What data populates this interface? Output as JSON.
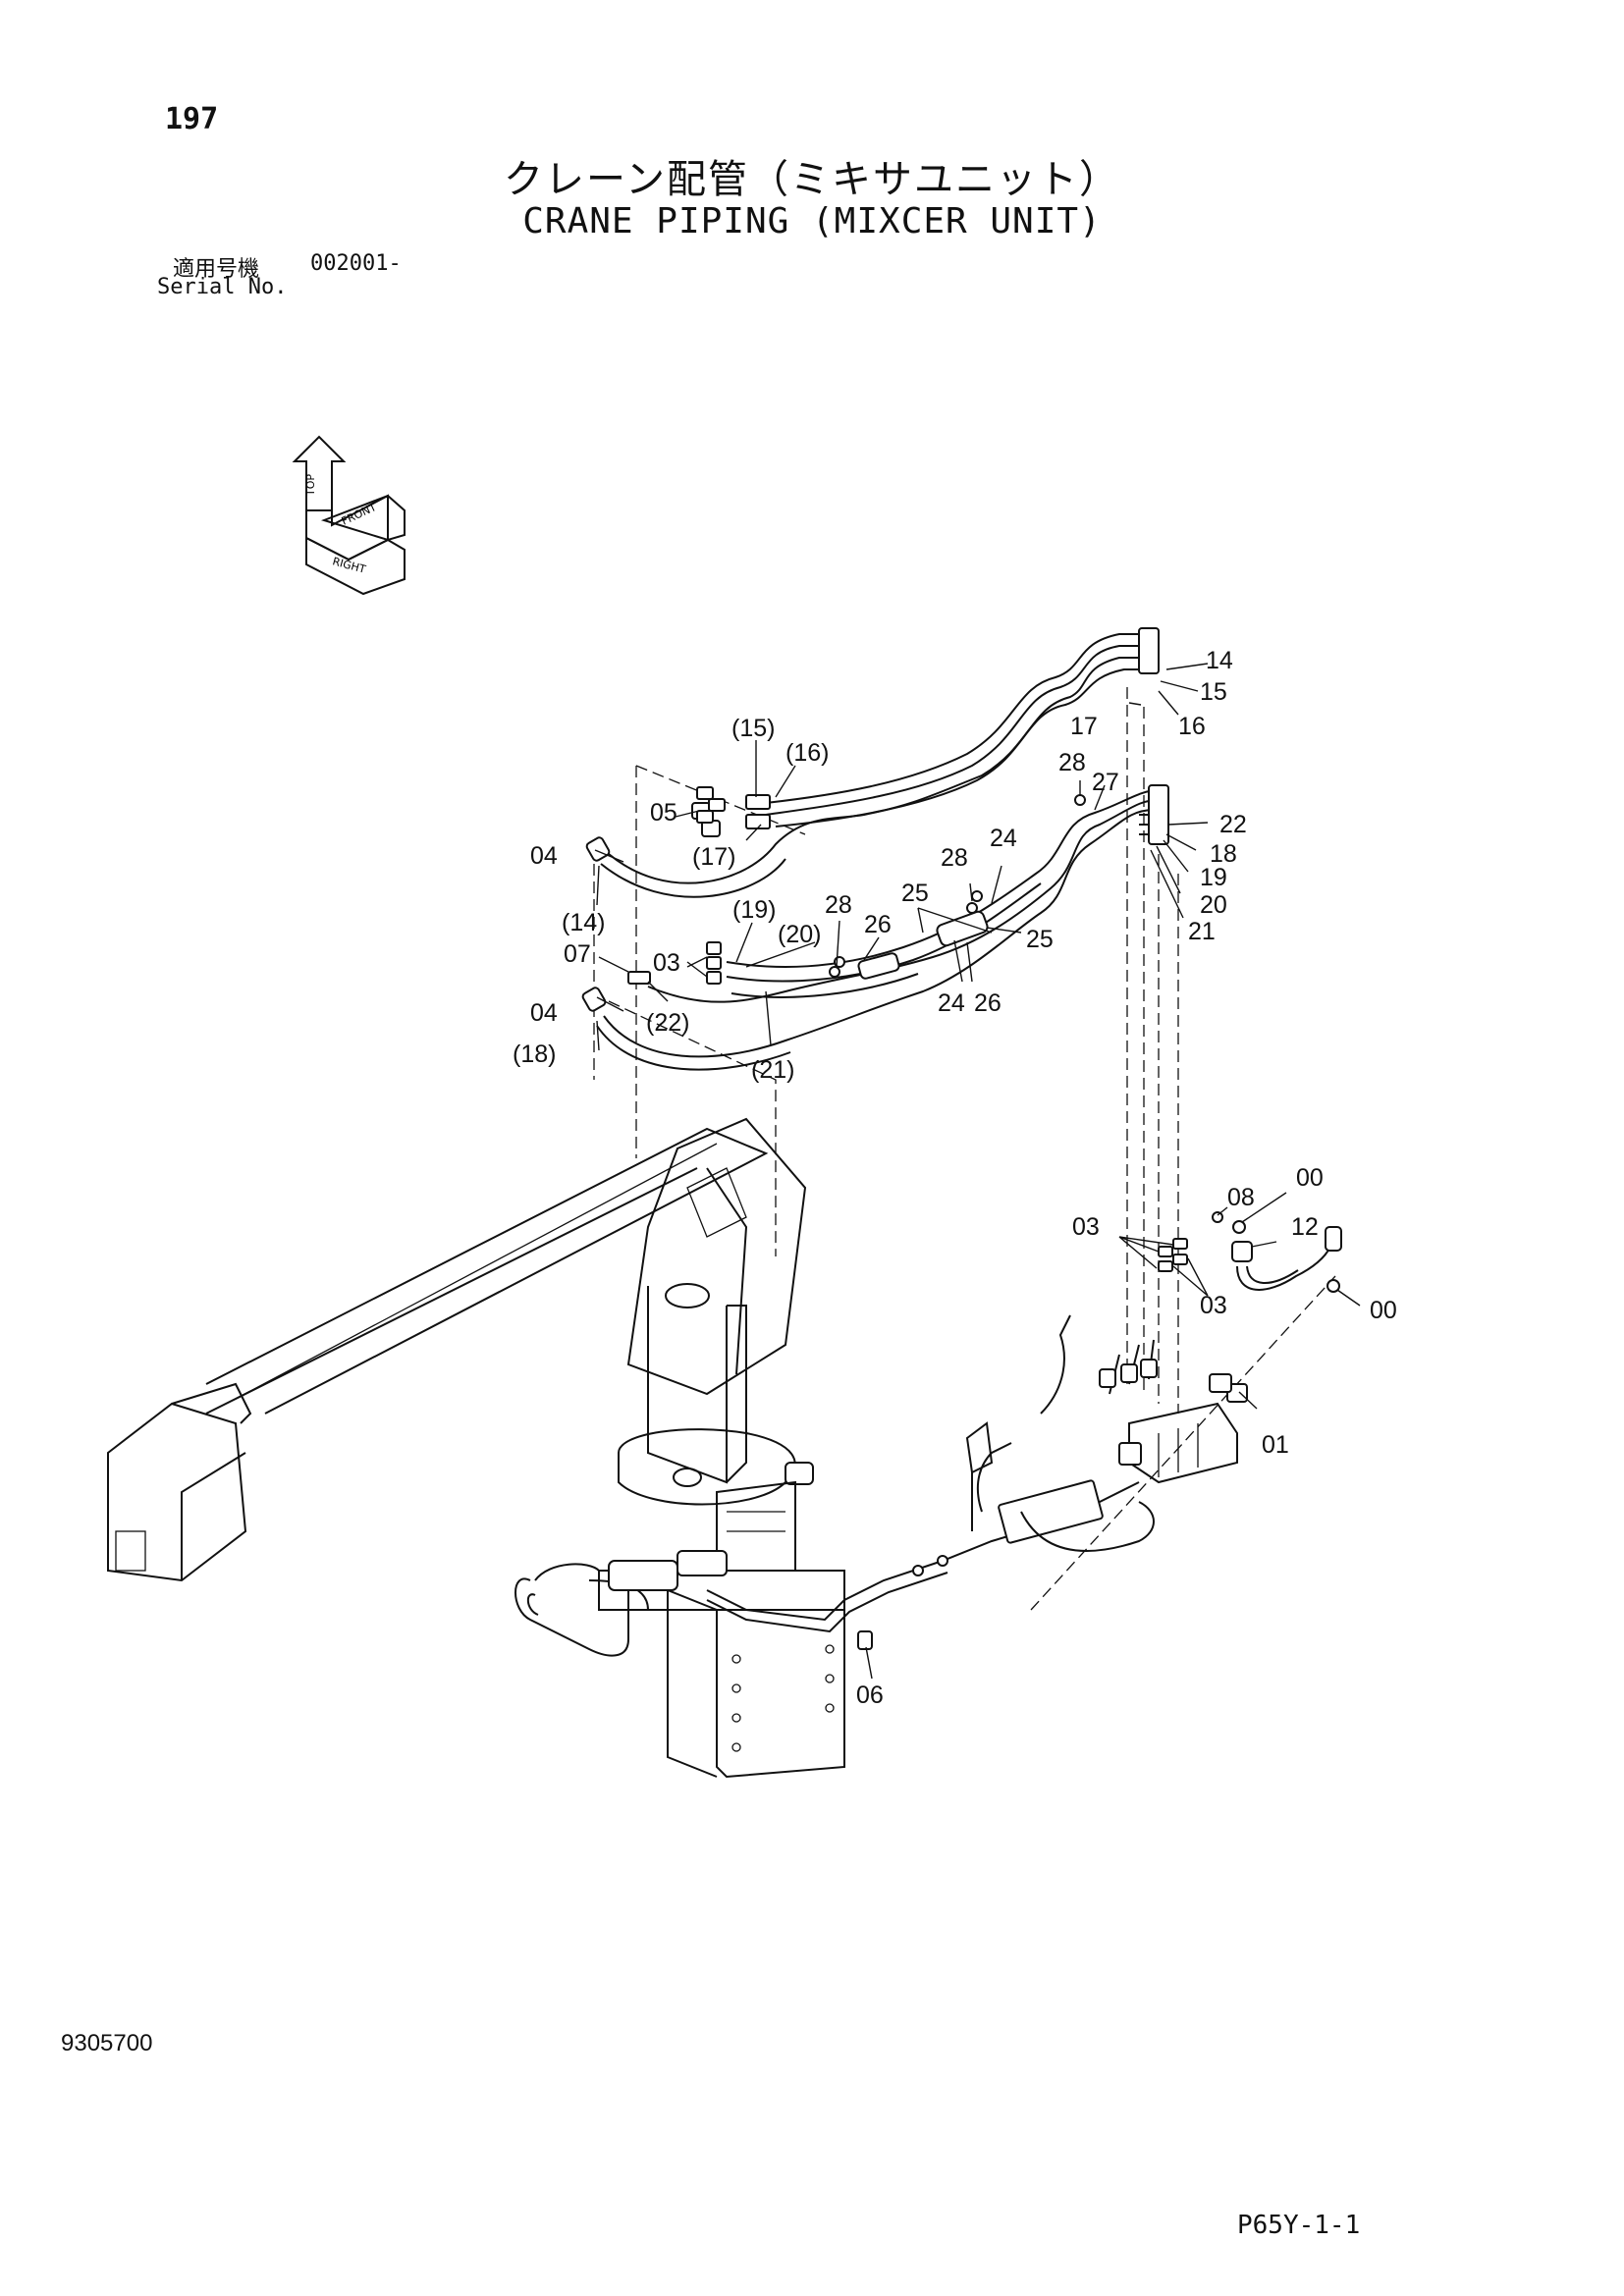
{
  "header": {
    "page_number": "197",
    "title_jp": "クレーン配管（ミキサユニット）",
    "title_en": "CRANE PIPING (MIXCER UNIT)",
    "serial_label_jp": "適用号機",
    "serial_value": "002001-",
    "serial_label_en": "Serial No."
  },
  "orientation_icon": {
    "labels": [
      "TOP",
      "FRONT",
      "RIGHT"
    ]
  },
  "callouts": [
    {
      "id": "c14a",
      "text": "14"
    },
    {
      "id": "c15a",
      "text": "15"
    },
    {
      "id": "c16a",
      "text": "16"
    },
    {
      "id": "c17a",
      "text": "17"
    },
    {
      "id": "c15p",
      "text": "(15)"
    },
    {
      "id": "c16p",
      "text": "(16)"
    },
    {
      "id": "c17p",
      "text": "(17)"
    },
    {
      "id": "c05",
      "text": "05"
    },
    {
      "id": "c04a",
      "text": "04"
    },
    {
      "id": "c14p",
      "text": "(14)"
    },
    {
      "id": "c07",
      "text": "07"
    },
    {
      "id": "c04b",
      "text": "04"
    },
    {
      "id": "c18p",
      "text": "(18)"
    },
    {
      "id": "c03a",
      "text": "03"
    },
    {
      "id": "c22p",
      "text": "(22)"
    },
    {
      "id": "c19p",
      "text": "(19)"
    },
    {
      "id": "c20p",
      "text": "(20)"
    },
    {
      "id": "c21p",
      "text": "(21)"
    },
    {
      "id": "c28a",
      "text": "28"
    },
    {
      "id": "c26a",
      "text": "26"
    },
    {
      "id": "c25a",
      "text": "25"
    },
    {
      "id": "c28b",
      "text": "28"
    },
    {
      "id": "c24a",
      "text": "24"
    },
    {
      "id": "c25b",
      "text": "25"
    },
    {
      "id": "c24b",
      "text": "24"
    },
    {
      "id": "c26b",
      "text": "26"
    },
    {
      "id": "c28c",
      "text": "28"
    },
    {
      "id": "c27",
      "text": "27"
    },
    {
      "id": "c22",
      "text": "22"
    },
    {
      "id": "c18",
      "text": "18"
    },
    {
      "id": "c19",
      "text": "19"
    },
    {
      "id": "c20",
      "text": "20"
    },
    {
      "id": "c21",
      "text": "21"
    },
    {
      "id": "c08",
      "text": "08"
    },
    {
      "id": "c00a",
      "text": "00"
    },
    {
      "id": "c12",
      "text": "12"
    },
    {
      "id": "c03b",
      "text": "03"
    },
    {
      "id": "c03c",
      "text": "03"
    },
    {
      "id": "c00b",
      "text": "00"
    },
    {
      "id": "c01",
      "text": "01"
    },
    {
      "id": "c06",
      "text": "06"
    }
  ],
  "footer": {
    "document_number": "9305700",
    "figure_code": "P65Y-1-1"
  }
}
